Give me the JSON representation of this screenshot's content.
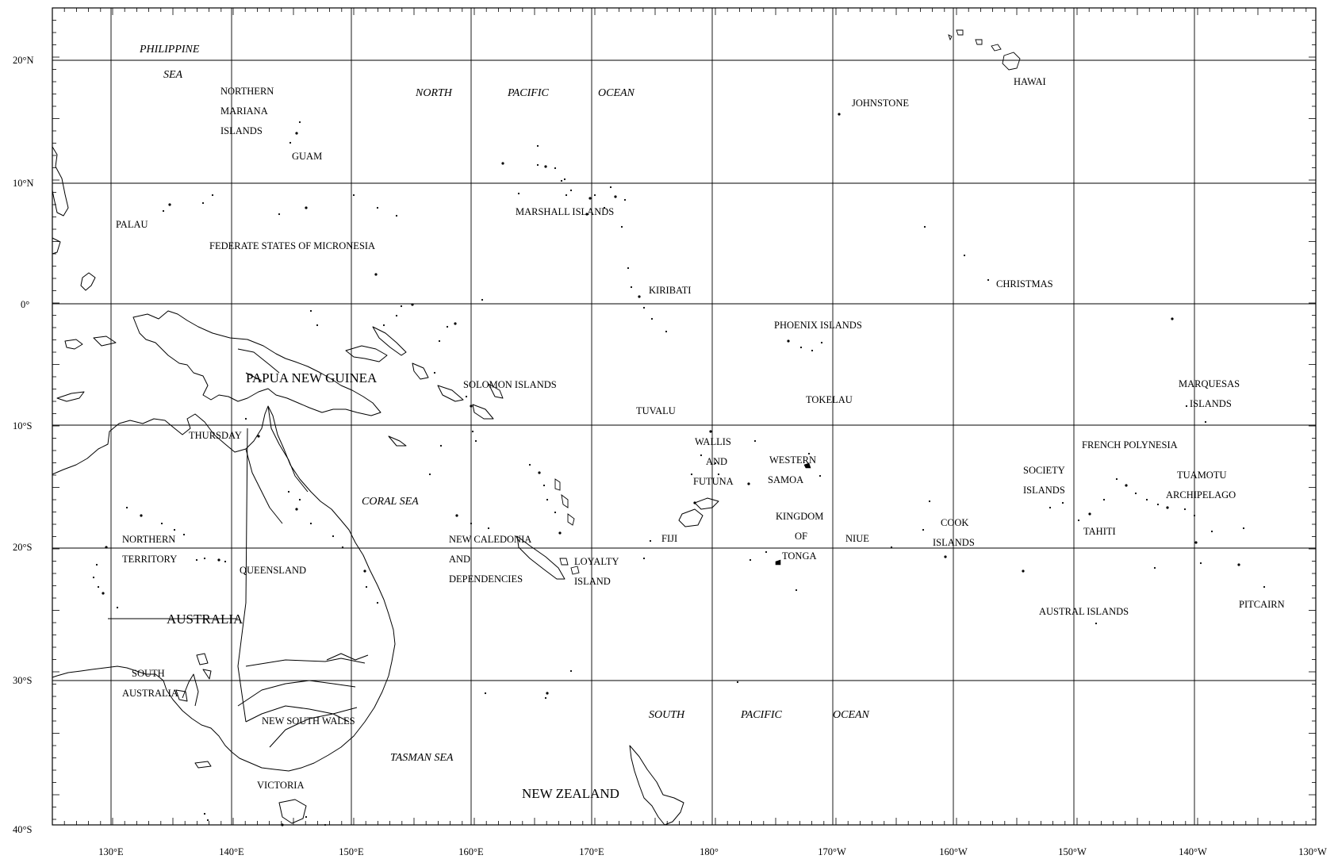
{
  "map": {
    "lon_labels": [
      "130°E",
      "140°E",
      "150°E",
      "160°E",
      "170°E",
      "180°",
      "170°W",
      "160°W",
      "150°W",
      "140°W",
      "130°W"
    ],
    "lat_labels": [
      "20°N",
      "10°N",
      "0°",
      "10°S",
      "20°S",
      "30°S",
      "40°S"
    ],
    "labels": {
      "philippine_sea_1": "PHILIPPINE",
      "philippine_sea_2": "SEA",
      "northern_mariana_1": "NORTHERN",
      "northern_mariana_2": "MARIANA",
      "northern_mariana_3": "ISLANDS",
      "guam": "GUAM",
      "north": "NORTH",
      "pacific_n": "PACIFIC",
      "ocean_n": "OCEAN",
      "johnstone": "JOHNSTONE",
      "hawai": "HAWAI",
      "palau": "PALAU",
      "micronesia": "FEDERATE STATES OF MICRONESIA",
      "marshall": "MARSHALL ISLANDS",
      "kiribati": "KIRIBATI",
      "christmas": "CHRISTMAS",
      "phoenix": "PHOENIX ISLANDS",
      "png": "PAPUA NEW GUINEA",
      "solomon": "SOLOMON ISLANDS",
      "tuvalu": "TUVALU",
      "tokelau": "TOKELAU",
      "marquesas_1": "MARQUESAS",
      "marquesas_2": "ISLANDS",
      "thursday": "THURSDAY",
      "wallis_1": "WALLIS",
      "wallis_2": "AND",
      "wallis_3": "FUTUNA",
      "w_samoa_1": "WESTERN",
      "w_samoa_2": "SAMOA",
      "french_polynesia": "FRENCH POLYNESIA",
      "society_1": "SOCIETY",
      "society_2": "ISLANDS",
      "tuamotu_1": "TUAMOTU",
      "tuamotu_2": "ARCHIPELAGO",
      "coral_sea": "CORAL SEA",
      "kingdom_1": "KINGDOM",
      "kingdom_2": "OF",
      "kingdom_3": "TONGA",
      "cook_1": "COOK",
      "cook_2": "ISLANDS",
      "tahiti": "TAHITI",
      "northern_territory_1": "NORTHERN",
      "northern_territory_2": "TERRITORY",
      "new_caledonia_1": "NEW CALEDONIA",
      "new_caledonia_2": "AND",
      "new_caledonia_3": "DEPENDENCIES",
      "loyalty_1": "LOYALTY",
      "loyalty_2": "ISLAND",
      "fiji": "FIJI",
      "niue": "NIUE",
      "queensland": "QUEENSLAND",
      "australia": "AUSTRALIA",
      "austral": "AUSTRAL ISLANDS",
      "pitcairn": "PITCAIRN",
      "south_australia_1": "SOUTH",
      "south_australia_2": "AUSTRALIA",
      "south": "SOUTH",
      "pacific_s": "PACIFIC",
      "ocean_s": "OCEAN",
      "nsw": "NEW SOUTH WALES",
      "tasman": "TASMAN SEA",
      "victoria": "VICTORIA",
      "new_zealand": "NEW ZEALAND"
    }
  }
}
